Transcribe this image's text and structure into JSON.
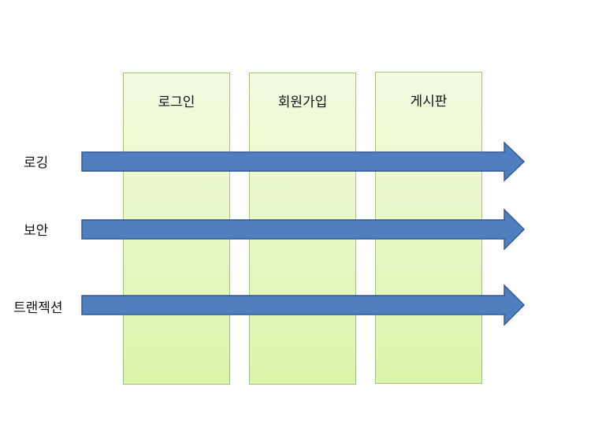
{
  "columns": [
    {
      "label": "로그인"
    },
    {
      "label": "회원가입"
    },
    {
      "label": "게시판"
    }
  ],
  "rows": [
    {
      "label": "로깅"
    },
    {
      "label": "보안"
    },
    {
      "label": "트랜젝션"
    }
  ],
  "colors": {
    "arrow_fill": "#4f7fc0",
    "arrow_stroke": "#34598f",
    "column_fill": "#e6f7c4",
    "column_border": "#a9c07c"
  }
}
